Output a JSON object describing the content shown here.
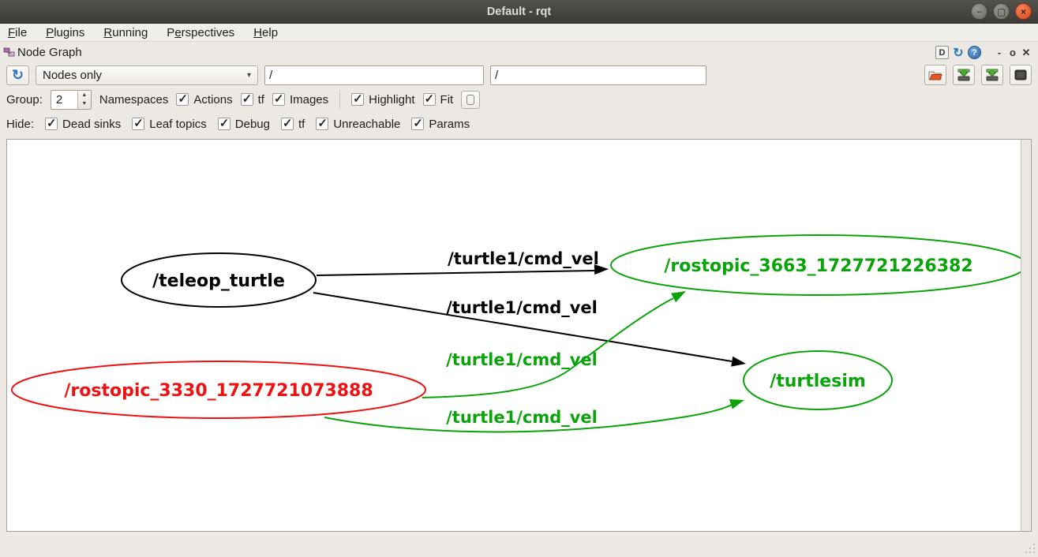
{
  "window": {
    "title": "Default - rqt"
  },
  "icons": {
    "minimize": "−",
    "maximize": "▢",
    "close": "×",
    "refresh": "↻",
    "help": "?",
    "dropdown": "▾",
    "spin_up": "▲",
    "spin_down": "▼",
    "check": "✓",
    "dock_detach": "D",
    "dock_minimize": "-",
    "dock_float": "o",
    "dock_close": "✕",
    "fit_view": "1"
  },
  "menu": {
    "items": [
      {
        "pre": "",
        "u": "F",
        "rest": "ile"
      },
      {
        "pre": "",
        "u": "P",
        "rest": "lugins"
      },
      {
        "pre": "",
        "u": "R",
        "rest": "unning"
      },
      {
        "pre": "P",
        "u": "e",
        "rest": "rspectives"
      },
      {
        "pre": "",
        "u": "H",
        "rest": "elp"
      }
    ]
  },
  "dock": {
    "title": "Node Graph"
  },
  "toolbar": {
    "graph_type": "Nodes only",
    "ns_filter": "/",
    "topic_filter": "/"
  },
  "options": {
    "group_label": "Group:",
    "group_value": "2",
    "namespaces_label": "Namespaces",
    "checks": [
      {
        "label": "Actions",
        "checked": true
      },
      {
        "label": "tf",
        "checked": true
      },
      {
        "label": "Images",
        "checked": true
      },
      {
        "label": "Highlight",
        "checked": true
      },
      {
        "label": "Fit",
        "checked": true
      }
    ]
  },
  "hide": {
    "label": "Hide:",
    "checks": [
      {
        "label": "Dead sinks",
        "checked": true
      },
      {
        "label": "Leaf topics",
        "checked": true
      },
      {
        "label": "Debug",
        "checked": true
      },
      {
        "label": "tf",
        "checked": true
      },
      {
        "label": "Unreachable",
        "checked": true
      },
      {
        "label": "Params",
        "checked": true
      }
    ]
  },
  "graph": {
    "colors": {
      "green": "#0aa40a",
      "red": "#ee1111",
      "black": "#000000",
      "background": "#ffffff"
    },
    "nodes": [
      {
        "label": "/teleop_turtle",
        "color": "#000000"
      },
      {
        "label": "/rostopic_3663_1727721226382",
        "color": "#0aa40a"
      },
      {
        "label": "/rostopic_3330_1727721073888",
        "color": "#ee1111"
      },
      {
        "label": "/turtlesim",
        "color": "#0aa40a"
      }
    ],
    "edges": [
      {
        "label": "/turtle1/cmd_vel",
        "color": "#000000"
      },
      {
        "label": "/turtle1/cmd_vel",
        "color": "#000000"
      },
      {
        "label": "/turtle1/cmd_vel",
        "color": "#0aa40a"
      },
      {
        "label": "/turtle1/cmd_vel",
        "color": "#0aa40a"
      }
    ]
  }
}
